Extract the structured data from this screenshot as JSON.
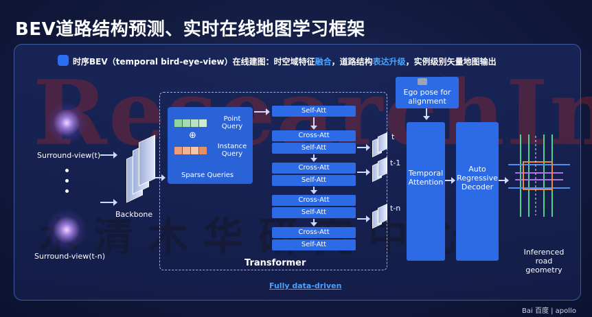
{
  "header": {
    "title": "BEV道路结构预测、实时在线地图学习框架"
  },
  "subtitle": {
    "prefix": "时序BEV（temporal bird-eye-view）在线建图：时空域特征",
    "hl1": "融合",
    "mid": "，道路结构",
    "hl2": "表达升级",
    "suffix": "，实例级别矢量地图输出"
  },
  "watermark": {
    "en": "ResearchInChina",
    "cn": "水清木华研究中心"
  },
  "inputs": {
    "cam_t": "Surround-view(t)",
    "cam_tn": "Surround-view(t-n)"
  },
  "backbone": {
    "label": "Backbone"
  },
  "queries": {
    "point": "Point Query",
    "instance": "Instance Query",
    "plus": "⊕",
    "caption": "Sparse Queries"
  },
  "transformer": {
    "label": "Transformer",
    "blocks": [
      "Self-Att",
      "Cross-Att",
      "Self-Att",
      "Cross-Att",
      "Self-Att",
      "Cross-Att",
      "Self-Att",
      "Cross-Att",
      "Self-Att"
    ]
  },
  "time_labels": [
    "t",
    "t-1",
    "t-n"
  ],
  "ego": {
    "label": "Ego pose for alignment"
  },
  "temporal": {
    "label": "Temporal Attention"
  },
  "decoder": {
    "label": "Auto Regressive Decoder"
  },
  "output": {
    "label": "Inferenced road geometry"
  },
  "footer": {
    "link": "Fully data-driven",
    "logo": "Bai 百度 | apollo"
  },
  "colors": {
    "accent": "#2d6be6",
    "highlight": "#4aa2ff",
    "background": "#121a3d"
  }
}
